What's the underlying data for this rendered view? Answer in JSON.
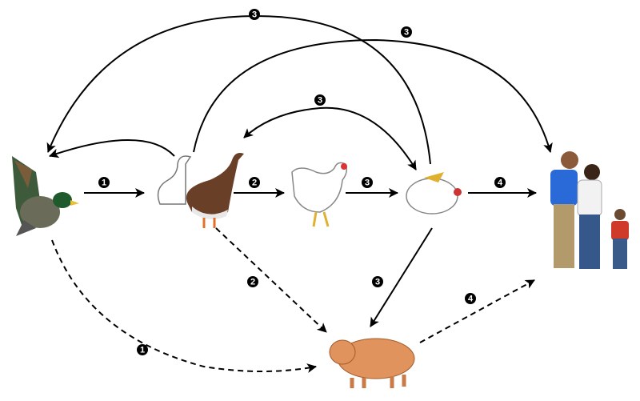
{
  "diagram": {
    "type": "transmission-flow",
    "colors": {
      "line": "#000000",
      "badge": "#000000",
      "badge_text": "#ffffff"
    },
    "nodes": [
      {
        "id": "wild-duck",
        "icon": "wild-duck-icon"
      },
      {
        "id": "domestic-ducks-geese",
        "icon": "duck-goose-icon"
      },
      {
        "id": "chicken",
        "icon": "chicken-icon"
      },
      {
        "id": "quail",
        "icon": "quail-icon"
      },
      {
        "id": "pig",
        "icon": "pig-icon"
      },
      {
        "id": "humans",
        "icon": "human-family-icon"
      }
    ],
    "edges": [
      {
        "from": "wild-duck",
        "to": "domestic-ducks-geese",
        "label": "1",
        "style": "solid"
      },
      {
        "from": "wild-duck",
        "to": "pig",
        "label": "1",
        "style": "dashed"
      },
      {
        "from": "domestic-ducks-geese",
        "to": "chicken",
        "label": "2",
        "style": "solid"
      },
      {
        "from": "domestic-ducks-geese",
        "to": "pig",
        "label": "2",
        "style": "dashed"
      },
      {
        "from": "chicken",
        "to": "quail",
        "label": "3",
        "style": "solid"
      },
      {
        "from": "quail",
        "to": "pig",
        "label": "3",
        "style": "solid"
      },
      {
        "from": "quail",
        "to": "humans",
        "label": "4",
        "style": "solid"
      },
      {
        "from": "pig",
        "to": "humans",
        "label": "4",
        "style": "dashed"
      },
      {
        "from": "quail",
        "to": "wild-duck",
        "label": "3",
        "style": "solid"
      },
      {
        "from": "domestic-ducks-geese",
        "to": "humans",
        "label": "3",
        "style": "solid"
      },
      {
        "from": "quail",
        "to": "chicken",
        "label": "3",
        "style": "solid-bidirectional"
      },
      {
        "from": "domestic-ducks-geese",
        "to": "wild-duck",
        "label": "",
        "style": "solid"
      }
    ]
  }
}
